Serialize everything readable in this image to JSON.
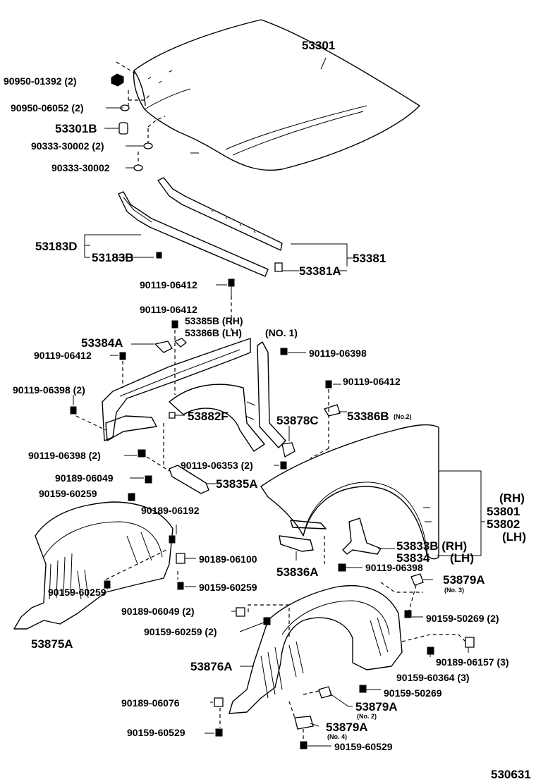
{
  "labels": {
    "hood": "53301",
    "hood_nut": "90950-01392 (2)",
    "hood_grommet": "90950-06052 (2)",
    "hood_cushion": "53301B",
    "hood_plug_a": "90333-30002 (2)",
    "hood_plug_b": "90333-30002",
    "seal_set": "53183D",
    "seal": "53183B",
    "rear_seal": "53381",
    "rear_seal_clip": "53381A",
    "bolt_top": "90119-06412",
    "bolt_a": "90119-06412",
    "bracket_rh": "53385B (RH)",
    "bracket_lh": "53386B (LH)",
    "bracket_no1": "(NO. 1)",
    "bracket_384a": "53384A",
    "bolt_left": "90119-06412",
    "bolt_right": "90119-06398",
    "bolt_left_2": "90119-06398 (2)",
    "bolt_right_2": "90119-06412",
    "bracket_no2": "53386B",
    "bracket_no2_tag": "(No.2)",
    "liner_882f": "53882F",
    "liner_878c": "53878C",
    "bolt_398_2": "90119-06398 (2)",
    "bolt_353_2": "90119-06353 (2)",
    "clip_049": "90189-06049",
    "screw_259": "90159-60259",
    "bracket_835a": "53835A",
    "clip_192": "90189-06192",
    "fender_rh": "(RH)",
    "fender_801": "53801",
    "fender_802": "53802",
    "fender_lh": "(LH)",
    "clip_100": "90189-06100",
    "screw_259_b": "90159-60259",
    "screw_259_c": "90159-60259",
    "bracket_833b": "53833B (RH)",
    "bracket_834": "53834",
    "bracket_834_lh": "(LH)",
    "bracket_836a": "53836A",
    "bolt_398_b": "90119-06398",
    "clip_879a": "53879A",
    "clip_879a_tag": "(No. 3)",
    "clip_049_2": "90189-06049 (2)",
    "screw_269_2": "90159-50269 (2)",
    "screw_259_2": "90159-60259 (2)",
    "liner_875a": "53875A",
    "liner_876a": "53876A",
    "clip_157_3": "90189-06157 (3)",
    "screw_364_3": "90159-60364 (3)",
    "screw_269": "90159-50269",
    "clip_076": "90189-06076",
    "clip_879a_2": "53879A",
    "clip_879a_2_tag": "(No. 2)",
    "screw_529": "90159-60529",
    "clip_879a_4": "53879A",
    "clip_879a_4_tag": "(No. 4)",
    "screw_529_b": "90159-60529",
    "figure_code": "530631"
  }
}
